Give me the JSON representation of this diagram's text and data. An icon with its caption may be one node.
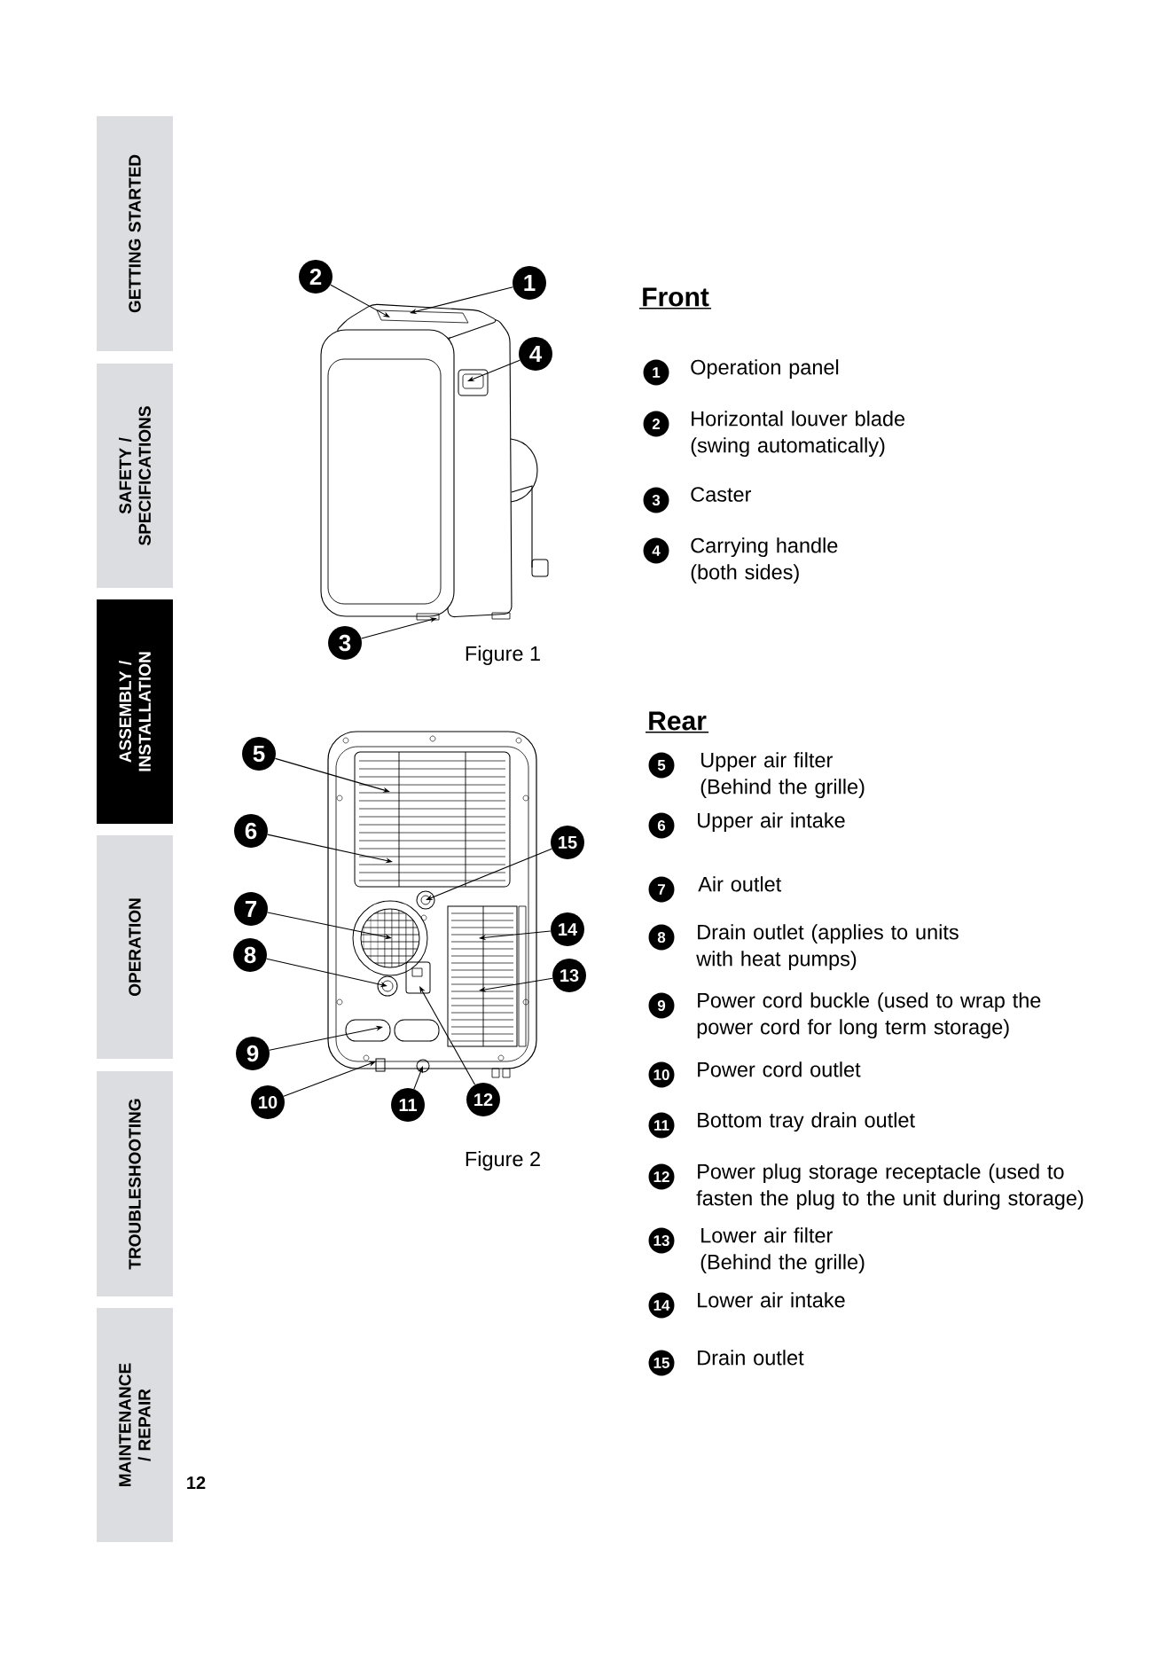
{
  "diagram": {
    "nodes": [
      {
        "text": [
          "1"
        ]
      },
      {
        "text": [
          "2"
        ]
      },
      {
        "text": [
          "3"
        ]
      },
      {
        "text": [
          "4"
        ]
      },
      {
        "text": [
          "5"
        ]
      },
      {
        "text": [
          "6"
        ]
      },
      {
        "text": [
          "7"
        ]
      },
      {
        "text": [
          "8"
        ]
      },
      {
        "text": [
          "9"
        ]
      },
      {
        "text": [
          "10"
        ]
      },
      {
        "text": [
          "11"
        ]
      },
      {
        "text": [
          "12"
        ]
      },
      {
        "text": [
          "13"
        ]
      },
      {
        "text": [
          "14"
        ]
      },
      {
        "text": [
          "15"
        ]
      }
    ],
    "edges": [
      {
        "from": 0,
        "to": null,
        "arrow": "to"
      },
      {
        "from": 1,
        "to": null,
        "arrow": "to"
      },
      {
        "from": 2,
        "to": null,
        "arrow": "to"
      },
      {
        "from": 3,
        "to": null,
        "arrow": "to"
      },
      {
        "from": 4,
        "to": null,
        "arrow": "to"
      },
      {
        "from": 5,
        "to": null,
        "arrow": "to"
      },
      {
        "from": 6,
        "to": null,
        "arrow": "to"
      },
      {
        "from": 7,
        "to": null,
        "arrow": "to"
      },
      {
        "from": 8,
        "to": null,
        "arrow": "to"
      },
      {
        "from": 9,
        "to": null,
        "arrow": "to"
      },
      {
        "from": 10,
        "to": null,
        "arrow": "to"
      },
      {
        "from": 11,
        "to": null,
        "arrow": "to"
      },
      {
        "from": 12,
        "to": null,
        "arrow": "to"
      },
      {
        "from": 13,
        "to": null,
        "arrow": "to"
      },
      {
        "from": 14,
        "to": null,
        "arrow": "to"
      }
    ],
    "labels": [
      "GETTING STARTED",
      "SAFETY / SPECIFICATIONS",
      "ASSEMBLY / INSTALLATION",
      "OPERATION",
      "TROUBLESHOOTING",
      "MAINTENANCE / REPAIR",
      "Front",
      "1",
      "Operation panel",
      "2",
      "Horizontal louver blade (swing automatically)",
      "3",
      "Caster",
      "4",
      "Carrying handle (both sides)",
      "Figure 1",
      "Rear",
      "5",
      "Upper air filter (Behind the grille)",
      "6",
      "Upper air intake",
      "7",
      "Air outlet",
      "8",
      "Drain outlet (applies to units with heat pumps)",
      "9",
      "Power cord buckle (used to wrap the power cord for long term storage)",
      "10",
      "Power cord outlet",
      "11",
      "Bottom tray drain outlet",
      "12",
      "Power plug storage receptacle (used to fasten the plug to the unit during storage)",
      "13",
      "Lower air filter (Behind the grille)",
      "14",
      "Lower air intake",
      "15",
      "Drain outlet",
      "Figure 2",
      "12"
    ]
  }
}
